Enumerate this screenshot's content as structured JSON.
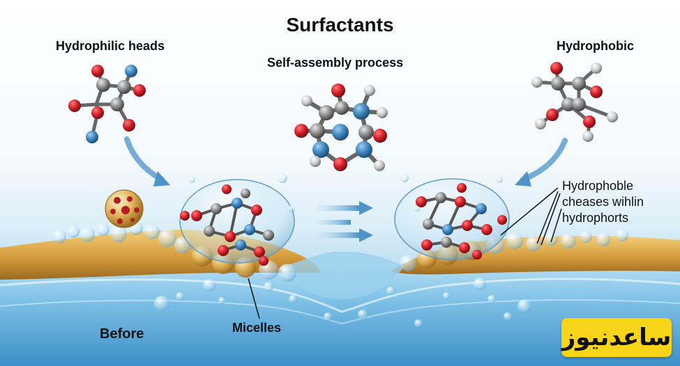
{
  "diagram": {
    "title": "Surfactants",
    "labels": {
      "hydrophilic_heads": "Hydrophilic heads",
      "self_assembly": "Self-assembly process",
      "hydrophobic": "Hydrophobic",
      "before": "Before",
      "micelles": "Micelles",
      "annotation_lines": [
        "Hydrophoble",
        "cheases wihlin",
        "hydrophorts"
      ]
    },
    "watermark": "ساعدنیوز",
    "colors": {
      "oxygen_atom": "#d4202a",
      "carbon_atom": "#8c8c8c",
      "nitrogen_atom": "#3f86bf",
      "hydrogen_atom": "#c8c8c8",
      "oil_layer": "#d9a84a",
      "water": "#6fb4de",
      "arrow": "#4f93c8",
      "watermark_bg": "#f7d417"
    }
  }
}
